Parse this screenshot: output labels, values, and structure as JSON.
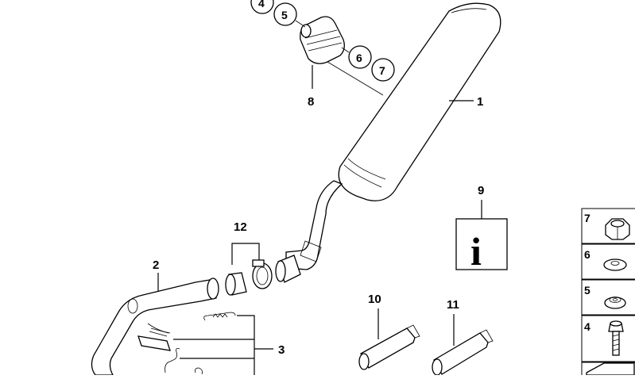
{
  "callouts": {
    "c1": "1",
    "c2": "2",
    "c3": "3",
    "c4": "4",
    "c5": "5",
    "c6": "6",
    "c7": "7",
    "c8": "8",
    "c9": "9",
    "c10": "10",
    "c11": "11",
    "c12": "12"
  },
  "info_glyph": "i",
  "side_panel": [
    "7",
    "6",
    "5",
    "4"
  ]
}
